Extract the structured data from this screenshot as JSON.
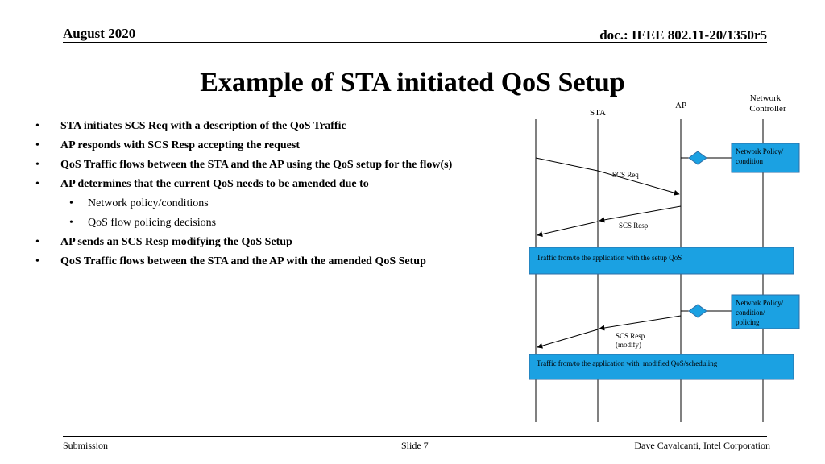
{
  "header": {
    "date": "August 2020",
    "doc_id": "doc.: IEEE 802.11-20/1350r5"
  },
  "title": "Example of STA initiated QoS Setup",
  "bullets": [
    {
      "level": 1,
      "text": "STA initiates SCS Req with a description of the QoS Traffic"
    },
    {
      "level": 1,
      "text": "AP responds with SCS Resp accepting the request"
    },
    {
      "level": 1,
      "text": "QoS Traffic flows between the STA and the AP using the QoS setup for the flow(s)"
    },
    {
      "level": 1,
      "text": "AP determines that the current QoS needs to be amended due to"
    },
    {
      "level": 2,
      "text": "Network policy/conditions"
    },
    {
      "level": 2,
      "text": "QoS flow policing decisions"
    },
    {
      "level": 1,
      "text": "AP sends an SCS Resp modifying the QoS Setup"
    },
    {
      "level": 1,
      "text": "QoS Traffic flows between the STA and the AP with the amended QoS Setup"
    }
  ],
  "diagram": {
    "entities": {
      "sta": "STA",
      "ap": "AP",
      "nc_line1": "Network",
      "nc_line2": "Controller"
    },
    "policy_box_1": {
      "line1": "Network Policy/",
      "line2": "condition"
    },
    "policy_box_2": {
      "line1": "Network Policy/",
      "line2": "condition/",
      "line3": "policing"
    },
    "msg_scs_req": "SCS Req",
    "msg_scs_resp": "SCS Resp",
    "msg_scs_resp_mod_1": "SCS Resp",
    "msg_scs_resp_mod_2": "(modify)",
    "traffic_1": "Traffic from/to the application with the setup QoS",
    "traffic_2": "Traffic from/to the application with  modified QoS/scheduling",
    "colors": {
      "box_fill": "#1BA1E2",
      "box_stroke": "#2E6DA4"
    }
  },
  "footer": {
    "left": "Submission",
    "middle": "Slide 7",
    "right": "Dave Cavalcanti, Intel Corporation"
  }
}
